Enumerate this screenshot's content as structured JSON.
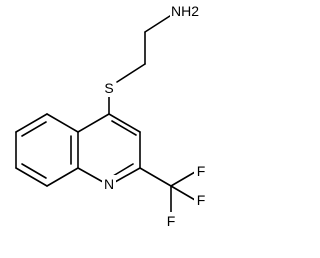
{
  "molecule": {
    "atoms": {
      "nh2": "NH2",
      "s": "S",
      "n": "N",
      "f1": "F",
      "f2": "F",
      "f3": "F"
    }
  }
}
